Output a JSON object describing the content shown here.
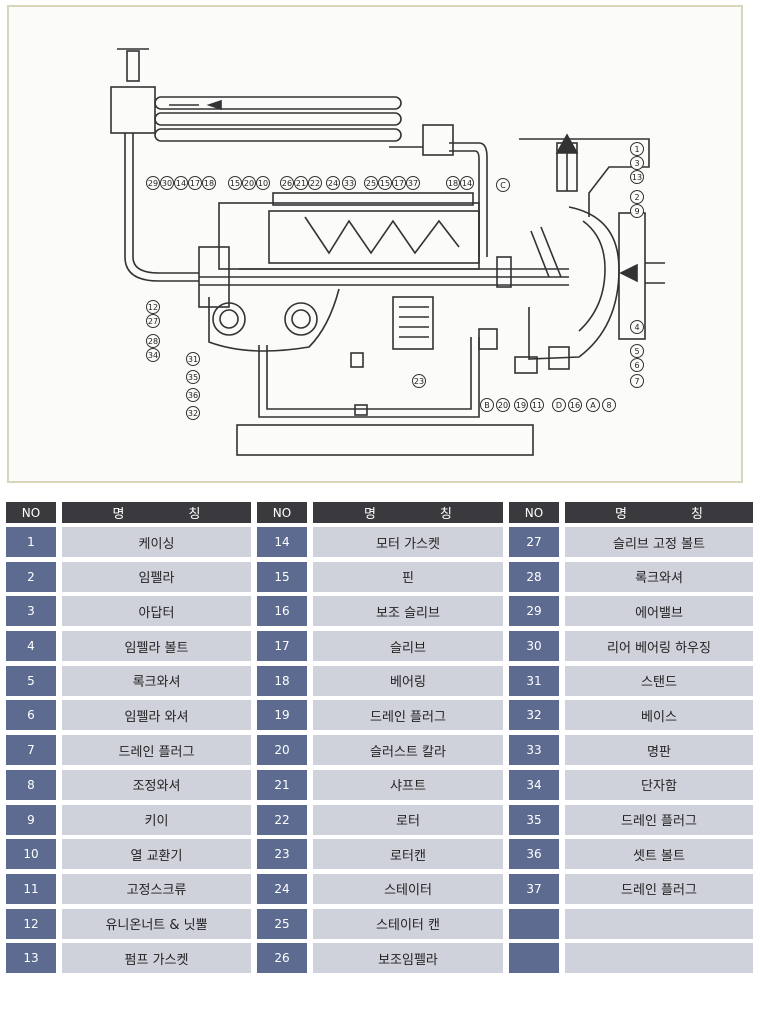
{
  "diagram": {
    "top_callouts": [
      "29",
      "30",
      "14",
      "17",
      "18",
      "15",
      "20",
      "10",
      "26",
      "21",
      "22",
      "24",
      "33",
      "25",
      "15",
      "17",
      "37",
      "18",
      "14"
    ],
    "right_callouts": [
      "1",
      "3",
      "13",
      "2",
      "9",
      "4",
      "5",
      "6",
      "7"
    ],
    "left_callouts": [
      "12",
      "27",
      "28",
      "34"
    ],
    "lower_left_callouts": [
      "31",
      "35",
      "36",
      "32"
    ],
    "bottom_callouts": [
      "B",
      "20",
      "19",
      "11",
      "D",
      "16",
      "A",
      "8"
    ],
    "misc_callouts": [
      "C",
      "23"
    ]
  },
  "table": {
    "header_no": "NO",
    "header_name": "명 칭",
    "columns": [
      [
        {
          "no": "1",
          "name": "케이싱"
        },
        {
          "no": "2",
          "name": "임펠라"
        },
        {
          "no": "3",
          "name": "아답터"
        },
        {
          "no": "4",
          "name": "임펠라 볼트"
        },
        {
          "no": "5",
          "name": "록크와셔"
        },
        {
          "no": "6",
          "name": "임펠라 와셔"
        },
        {
          "no": "7",
          "name": "드레인 플러그"
        },
        {
          "no": "8",
          "name": "조정와셔"
        },
        {
          "no": "9",
          "name": "키이"
        },
        {
          "no": "10",
          "name": "열 교환기"
        },
        {
          "no": "11",
          "name": "고정스크류"
        },
        {
          "no": "12",
          "name": "유니온너트 & 닛뿔"
        },
        {
          "no": "13",
          "name": "펌프 가스켓"
        }
      ],
      [
        {
          "no": "14",
          "name": "모터 가스켓"
        },
        {
          "no": "15",
          "name": "핀"
        },
        {
          "no": "16",
          "name": "보조 슬리브"
        },
        {
          "no": "17",
          "name": "슬리브"
        },
        {
          "no": "18",
          "name": "베어링"
        },
        {
          "no": "19",
          "name": "드레인 플러그"
        },
        {
          "no": "20",
          "name": "슬러스트 칼라"
        },
        {
          "no": "21",
          "name": "샤프트"
        },
        {
          "no": "22",
          "name": "로터"
        },
        {
          "no": "23",
          "name": "로터캔"
        },
        {
          "no": "24",
          "name": "스테이터"
        },
        {
          "no": "25",
          "name": "스테이터 캔"
        },
        {
          "no": "26",
          "name": "보조임펠라"
        }
      ],
      [
        {
          "no": "27",
          "name": "슬리브 고정 볼트"
        },
        {
          "no": "28",
          "name": "록크와셔"
        },
        {
          "no": "29",
          "name": "에어밸브"
        },
        {
          "no": "30",
          "name": "리어 베어링 하우징"
        },
        {
          "no": "31",
          "name": "스탠드"
        },
        {
          "no": "32",
          "name": "베이스"
        },
        {
          "no": "33",
          "name": "명판"
        },
        {
          "no": "34",
          "name": "단자함"
        },
        {
          "no": "35",
          "name": "드레인 플러그"
        },
        {
          "no": "36",
          "name": "셋트 볼트"
        },
        {
          "no": "37",
          "name": "드레인 플러그"
        },
        {
          "no": "",
          "name": ""
        },
        {
          "no": "",
          "name": ""
        }
      ]
    ]
  }
}
